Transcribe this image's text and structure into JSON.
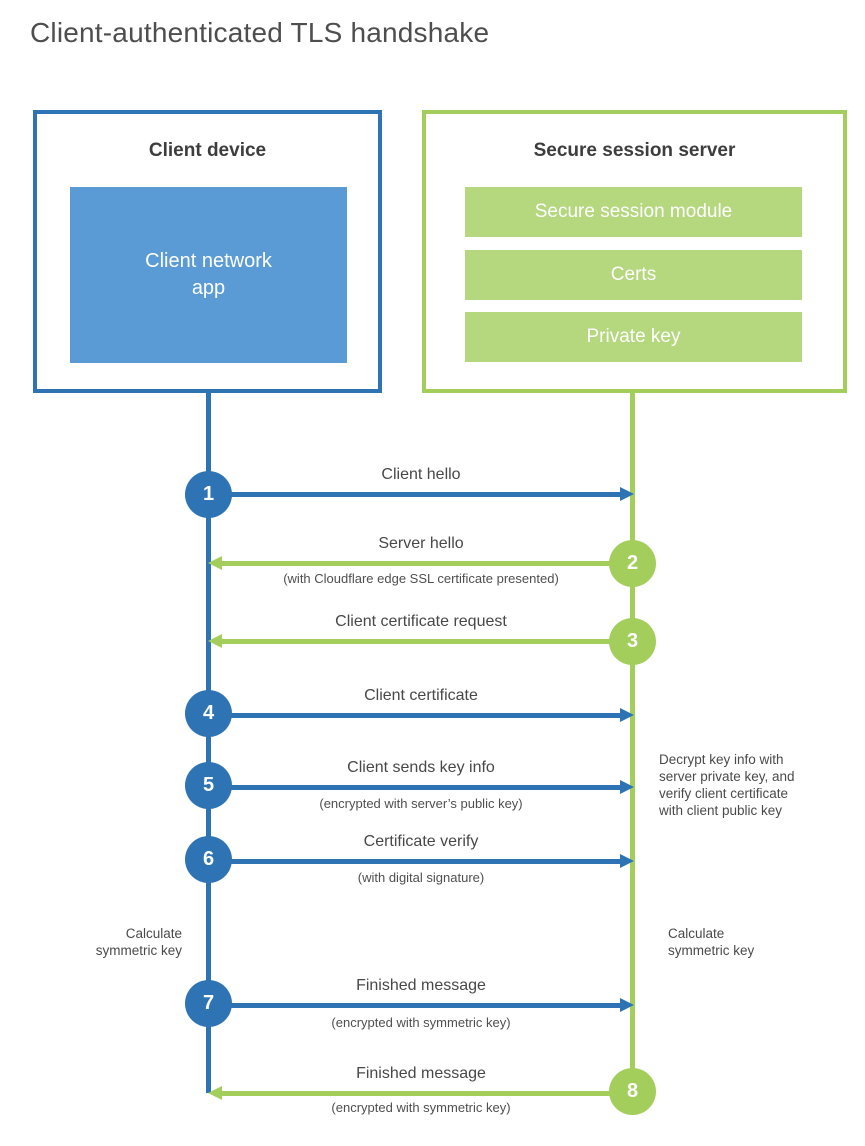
{
  "title": "Client-authenticated TLS handshake",
  "client_box": {
    "title": "Client device",
    "app_label": "Client network\napp"
  },
  "server_box": {
    "title": "Secure session server",
    "modules": [
      "Secure session module",
      "Certs",
      "Private key"
    ]
  },
  "steps": [
    {
      "num": "1",
      "label": "Client hello",
      "sub": "",
      "direction": "to-server",
      "color": "blue"
    },
    {
      "num": "2",
      "label": "Server hello",
      "sub": "(with Cloudflare edge SSL certificate presented)",
      "direction": "to-client",
      "color": "green"
    },
    {
      "num": "3",
      "label": "Client certificate request",
      "sub": "",
      "direction": "to-client",
      "color": "green"
    },
    {
      "num": "4",
      "label": "Client certificate",
      "sub": "",
      "direction": "to-server",
      "color": "blue"
    },
    {
      "num": "5",
      "label": "Client sends key info",
      "sub": "(encrypted with server’s public key)",
      "direction": "to-server",
      "color": "blue"
    },
    {
      "num": "6",
      "label": "Certificate verify",
      "sub": "(with digital signature)",
      "direction": "to-server",
      "color": "blue"
    },
    {
      "num": "7",
      "label": "Finished message",
      "sub": "(encrypted with symmetric key)",
      "direction": "to-server",
      "color": "blue"
    },
    {
      "num": "8",
      "label": "Finished message",
      "sub": "(encrypted with symmetric key)",
      "direction": "to-client",
      "color": "green"
    }
  ],
  "side_notes": {
    "left": "Calculate\nsymmetric key",
    "right": "Calculate\nsymmetric key",
    "server_annotation": "Decrypt key info with\nserver private key, and\nverify client certificate\nwith client public key"
  },
  "colors": {
    "blue": "#2e74b5",
    "blue_fill": "#5b9bd5",
    "green": "#a3ce5c",
    "green_fill": "#b5d77e"
  }
}
